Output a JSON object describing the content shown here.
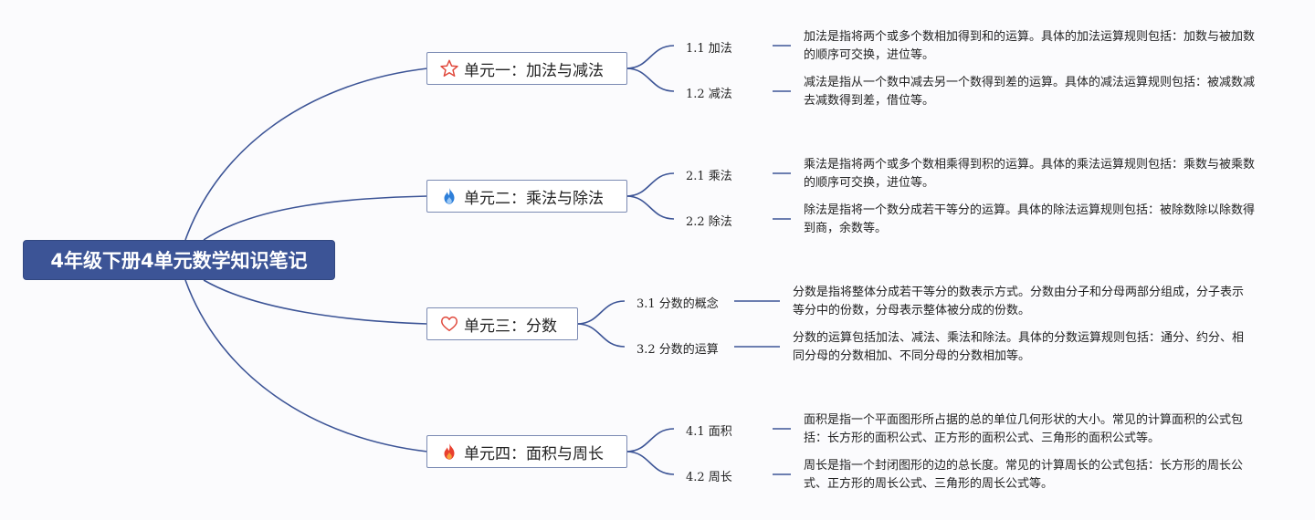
{
  "root": {
    "title": "4年级下册4单元数学知识笔记"
  },
  "units": [
    {
      "icon": "star-icon",
      "label": "单元一：加法与减法",
      "topics": [
        {
          "label": "1.1 加法",
          "desc": "加法是指将两个或多个数相加得到和的运算。具体的加法运算规则包括：加数与被加数的顺序可交换，进位等。"
        },
        {
          "label": "1.2 减法",
          "desc": "减法是指从一个数中减去另一个数得到差的运算。具体的减法运算规则包括：被减数减去减数得到差，借位等。"
        }
      ]
    },
    {
      "icon": "flame-icon",
      "label": "单元二：乘法与除法",
      "topics": [
        {
          "label": "2.1 乘法",
          "desc": "乘法是指将两个或多个数相乘得到积的运算。具体的乘法运算规则包括：乘数与被乘数的顺序可交换，进位等。"
        },
        {
          "label": "2.2 除法",
          "desc": "除法是指将一个数分成若干等分的运算。具体的除法运算规则包括：被除数除以除数得到商，余数等。"
        }
      ]
    },
    {
      "icon": "heart-icon",
      "label": "单元三：分数",
      "topics": [
        {
          "label": "3.1 分数的概念",
          "desc": "分数是指将整体分成若干等分的数表示方式。分数由分子和分母两部分组成，分子表示等分中的份数，分母表示整体被分成的份数。"
        },
        {
          "label": "3.2 分数的运算",
          "desc": "分数的运算包括加法、减法、乘法和除法。具体的分数运算规则包括：通分、约分、相同分母的分数相加、不同分母的分数相加等。"
        }
      ]
    },
    {
      "icon": "fire-icon",
      "label": "单元四：面积与周长",
      "topics": [
        {
          "label": "4.1 面积",
          "desc": "面积是指一个平面图形所占据的总的单位几何形状的大小。常见的计算面积的公式包括：长方形的面积公式、正方形的面积公式、三角形的面积公式等。"
        },
        {
          "label": "4.2 周长",
          "desc": "周长是指一个封闭图形的边的总长度。常见的计算周长的公式包括：长方形的周长公式、正方形的周长公式、三角形的周长公式等。"
        }
      ]
    }
  ],
  "colors": {
    "root_bg": "#3c5496",
    "line": "#3c5496",
    "unit_border": "#7b8ab3",
    "star": "#e0483b",
    "flame": "#2e7fd9",
    "heart": "#e0483b",
    "fire": "#e8402f"
  }
}
